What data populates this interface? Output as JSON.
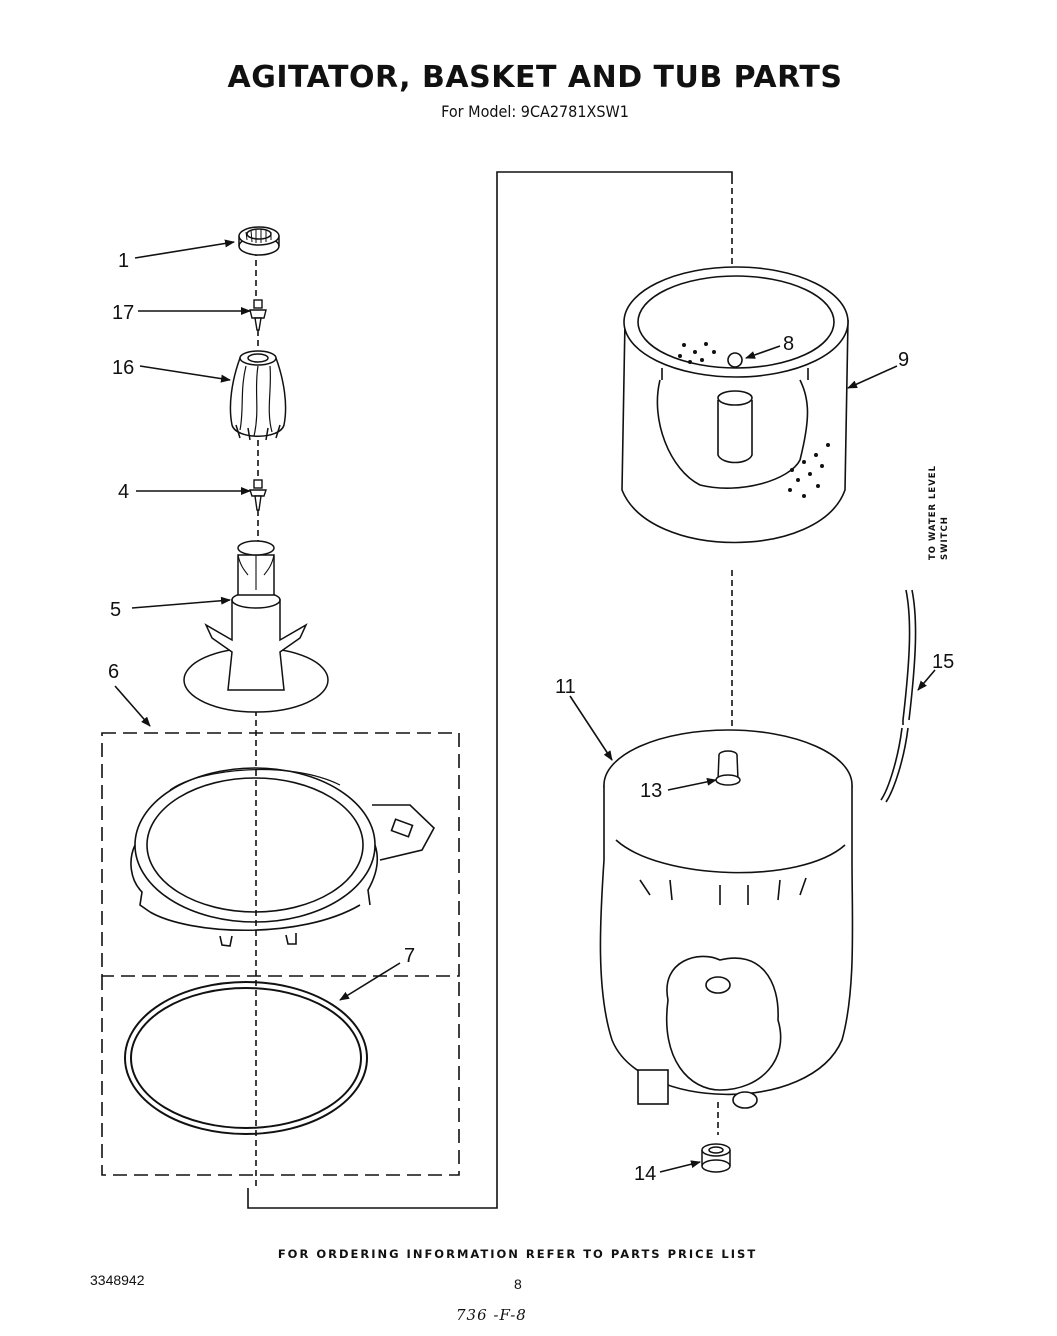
{
  "header": {
    "title": "AGITATOR, BASKET AND TUB PARTS",
    "subtitle": "For Model: 9CA2781XSW1"
  },
  "side_note": {
    "line1": "TO WATER LEVEL",
    "line2": "SWITCH"
  },
  "callouts": [
    "1",
    "17",
    "16",
    "4",
    "5",
    "6",
    "7",
    "8",
    "9",
    "11",
    "13",
    "14",
    "15"
  ],
  "footer": {
    "ordering": "FOR ORDERING INFORMATION REFER TO PARTS PRICE LIST",
    "doc_number": "3348942",
    "page": "8",
    "handwritten": "736 -F-8"
  }
}
